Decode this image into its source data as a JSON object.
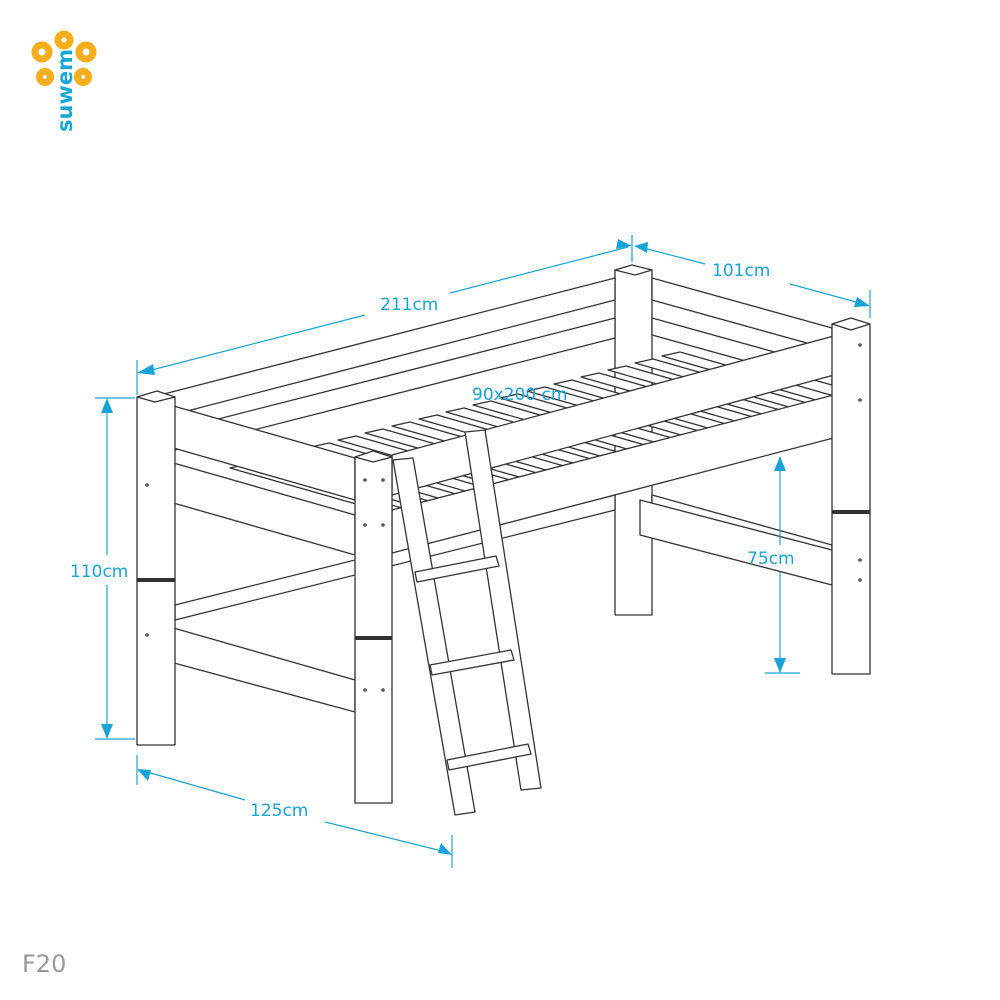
{
  "brand": {
    "name": "suwem",
    "colors": {
      "dots": "#f6ad1c",
      "text": "#19a7d4"
    }
  },
  "dimensions": {
    "length": "211cm",
    "width": "101cm",
    "mattress": "90x200 cm",
    "height": "110cm",
    "under_bed_height": "75cm",
    "total_width_with_ladder": "125cm"
  },
  "model_code": "F20",
  "dimension_color": "#1aa3d6"
}
